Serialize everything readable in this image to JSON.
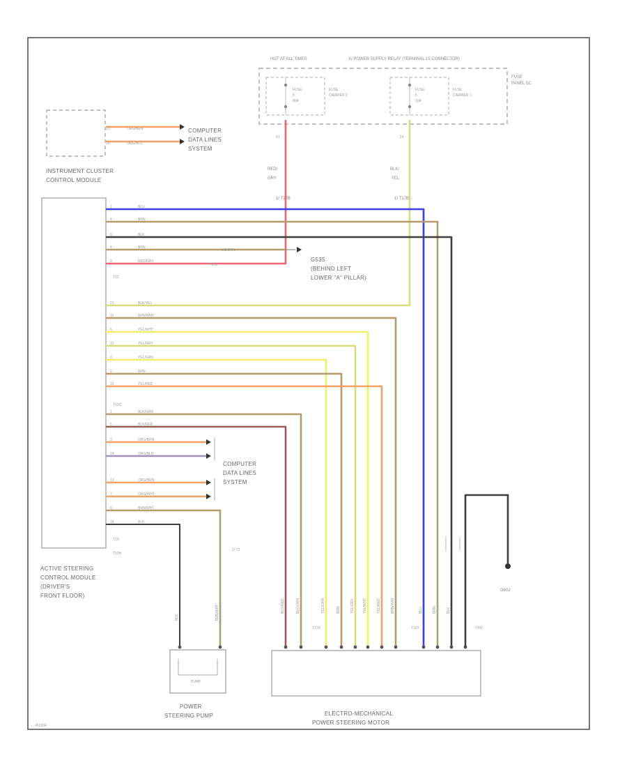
{
  "fuse_block": {
    "hot_at_all_times": "HOT AT ALL TIMES",
    "relay_title": "X/ POWER SUPPLY RELAY (TERMINAL 15 CONNECTOR)",
    "fuse_panel": [
      "FUSE",
      "PANEL SC"
    ],
    "fuse_a": {
      "label": [
        "FUSE",
        "8",
        "80A"
      ],
      "carrier": [
        "FUSE",
        "CARRIER 2"
      ],
      "pin": "41"
    },
    "fuse_b": {
      "label": [
        "FUSE",
        "5",
        "10A"
      ],
      "carrier": [
        "FUSE",
        "CARRIER 1"
      ],
      "pin": "14"
    }
  },
  "feed_wires": {
    "left": {
      "color_code": [
        "RED/",
        "GRY"
      ],
      "connector": "1/ T17B"
    },
    "right": {
      "color_code": [
        "BLK/",
        "YEL"
      ],
      "connector": "1/ T17B"
    }
  },
  "instrument_cluster": {
    "name": [
      "INSTRUMENT CLUSTER",
      "CONTROL MODULE"
    ],
    "wires": [
      {
        "pin": "21",
        "color": "ORG/BRN"
      },
      {
        "pin": "14",
        "color": "ORG/BLU"
      }
    ],
    "dest": [
      "COMPUTER",
      "DATA LINES",
      "SYSTEM"
    ]
  },
  "ground_left": {
    "splice_label": "V/2  BRN",
    "pin_label": "T17D",
    "name": [
      "G535",
      "(BEHIND LEFT",
      "LOWER \"A\" PILLAR)"
    ]
  },
  "t32_top_wires": [
    {
      "pin": "1",
      "color": "BLU"
    },
    {
      "pin": "4",
      "color": "BRN"
    },
    {
      "pin": "8",
      "color": "BLK"
    },
    {
      "pin": "4",
      "color": "BRN"
    },
    {
      "pin": "9",
      "color": "RED/GRY"
    }
  ],
  "t32_label": "T32",
  "t32_mid_wires": [
    {
      "pin": "21",
      "color": "BLK/YEL"
    },
    {
      "pin": "11",
      "color": "BRN/WHT"
    },
    {
      "pin": "6",
      "color": "YEL/WHT"
    },
    {
      "pin": "12",
      "color": "YEL/GRY"
    },
    {
      "pin": "3",
      "color": "YEL/GRN"
    },
    {
      "pin": "2",
      "color": "BRN"
    },
    {
      "pin": "10",
      "color": "YEL/RED"
    }
  ],
  "t32b_label": "T32C",
  "t32b_wires": [
    {
      "pin": "1",
      "color": "BLK/GRN"
    },
    {
      "pin": "5",
      "color": "BLK/RED"
    },
    {
      "pin": "3",
      "color": "ORG/BRN"
    },
    {
      "pin": "14",
      "color": "ORG/BLU"
    },
    {
      "pin": "13",
      "color": "ORG/BRN"
    },
    {
      "pin": "7",
      "color": "ORG/WHT"
    },
    {
      "pin": "8",
      "color": "BRN/WHT"
    },
    {
      "pin": "15",
      "color": "BLK"
    }
  ],
  "t10_label": [
    "T10",
    "T10H"
  ],
  "cdl_system": [
    "COMPUTER",
    "DATA LINES",
    "SYSTEM"
  ],
  "asc_module": [
    "ACTIVE STEERING",
    "CONTROL MODULE",
    "(DRIVER'S",
    "FRONT FLOOR)"
  ],
  "pump": {
    "name": [
      "POWER",
      "STEERING PUMP"
    ],
    "box": "PUMP",
    "wire_colors": [
      "BLK",
      "BRN/WHT"
    ],
    "pin": "1/ T2"
  },
  "motor": {
    "name": [
      "ELECTRO-MECHANICAL",
      "POWER STEERING MOTOR"
    ],
    "conn_left": "T10S",
    "conn_mid": "T10T",
    "conn_right": "T4W"
  },
  "ground_right": {
    "name": "G602"
  },
  "motor_wires": [
    "BLK/RED",
    "BLK/GRN",
    "YEL/GRN",
    "BRN",
    "YEL/GRY",
    "YEL/WHT",
    "YEL/RED",
    "BRN/WHT",
    "BLU",
    "BRN",
    "BLK"
  ],
  "fig_id": "451904",
  "colors": {
    "red": "#ef6470",
    "blue": "#3a3cf0",
    "brown": "#b59a6a",
    "black": "#3d3d3d",
    "yellow": "#efef6a",
    "yellowgreen": "#d8db7a",
    "orange": "#f1a066",
    "purple": "#a38ec0",
    "darkred": "#9b5a5a",
    "frame": "#555555"
  }
}
